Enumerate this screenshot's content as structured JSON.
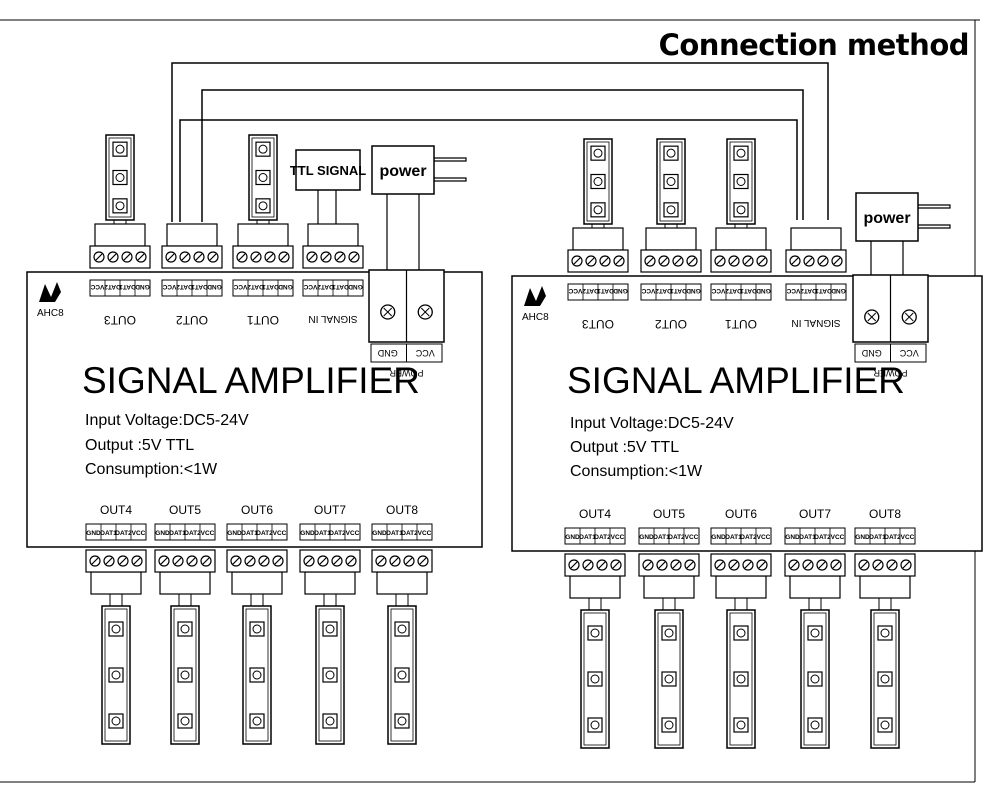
{
  "title": "Connection method",
  "amplifiers": [
    {
      "name": "SIGNAL AMPLIFIER",
      "model": "AHC8",
      "specs": [
        "Input Voltage:DC5-24V",
        "Output :5V  TTL",
        "Consumption:<1W"
      ],
      "top_ports": [
        "OUT3",
        "OUT2",
        "OUT1",
        "SIGNAL IN"
      ],
      "bottom_ports": [
        "OUT4",
        "OUT5",
        "OUT6",
        "OUT7",
        "OUT8"
      ],
      "pins_top": [
        "GND",
        "DAT1",
        "DAT2",
        "VCC"
      ],
      "pins_bottom": [
        "GND",
        "DAT1",
        "DAT2",
        "VCC"
      ],
      "power_label": "POWER",
      "power_pins": [
        "GND",
        "VCC"
      ],
      "power_box": "power",
      "ttl_box": "TTL SIGNAL"
    },
    {
      "name": "SIGNAL AMPLIFIER",
      "model": "AHC8",
      "specs": [
        "Input Voltage:DC5-24V",
        "Output :5V  TTL",
        "Consumption:<1W"
      ],
      "top_ports": [
        "OUT3",
        "OUT2",
        "OUT1",
        "SIGNAL IN"
      ],
      "bottom_ports": [
        "OUT4",
        "OUT5",
        "OUT6",
        "OUT7",
        "OUT8"
      ],
      "pins_top": [
        "GND",
        "DAT1",
        "DAT2",
        "VCC"
      ],
      "pins_bottom": [
        "GND",
        "DAT1",
        "DAT2",
        "VCC"
      ],
      "power_label": "POWER",
      "power_pins": [
        "GND",
        "VCC"
      ],
      "power_box": "power"
    }
  ],
  "colors": {
    "line": "#000000",
    "background": "#ffffff"
  }
}
